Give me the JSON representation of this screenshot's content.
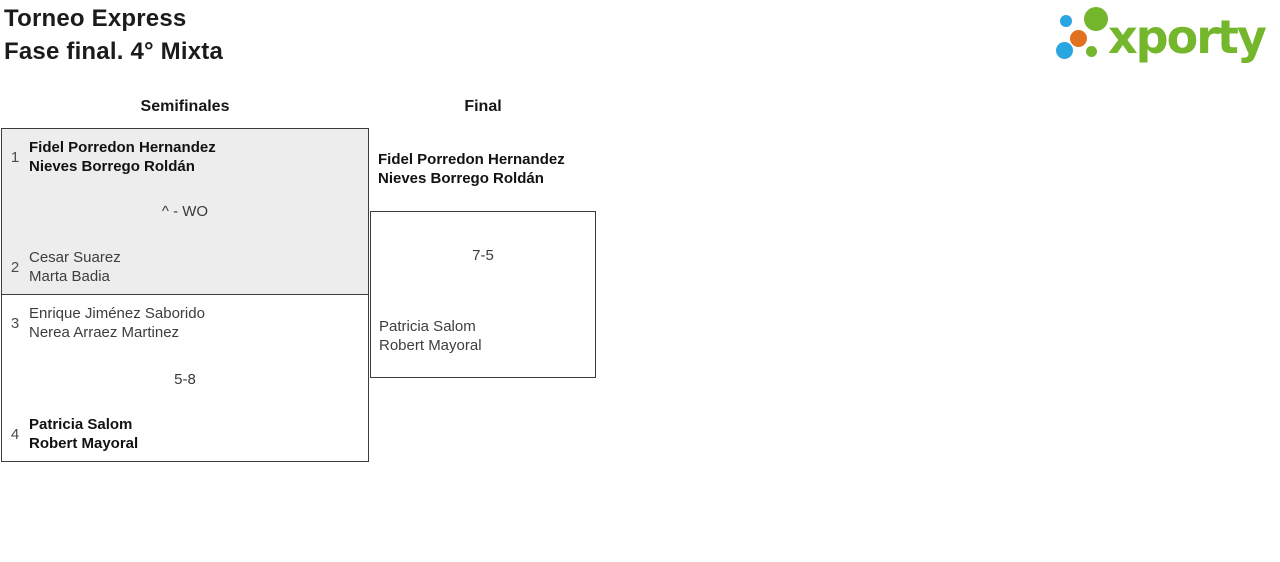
{
  "page": {
    "title": "Torneo Express",
    "subtitle": "Fase final. 4° Mixta"
  },
  "logo": {
    "text": "xporty",
    "colors": {
      "green": "#74b62c",
      "blue": "#29a6e0",
      "orange": "#e0711f"
    }
  },
  "bracket": {
    "rounds": [
      {
        "label": "Semifinales",
        "matches": [
          {
            "score": "^ - WO",
            "teams": [
              {
                "seed": "1",
                "players": [
                  "Fidel Porredon Hernandez",
                  "Nieves Borrego Roldán"
                ],
                "winner": true
              },
              {
                "seed": "2",
                "players": [
                  "Cesar Suarez",
                  "Marta Badia"
                ],
                "winner": false
              }
            ]
          },
          {
            "score": "5-8",
            "teams": [
              {
                "seed": "3",
                "players": [
                  "Enrique Jiménez Saborido",
                  "Nerea Arraez Martinez"
                ],
                "winner": false
              },
              {
                "seed": "4",
                "players": [
                  "Patricia Salom",
                  "Robert Mayoral"
                ],
                "winner": true
              }
            ]
          }
        ]
      },
      {
        "label": "Final",
        "matches": [
          {
            "score": "7-5",
            "teams": [
              {
                "players": [
                  "Fidel Porredon Hernandez",
                  "Nieves Borrego Roldán"
                ],
                "winner": true
              },
              {
                "players": [
                  "Patricia Salom",
                  "Robert Mayoral"
                ],
                "winner": false
              }
            ]
          }
        ]
      }
    ]
  }
}
